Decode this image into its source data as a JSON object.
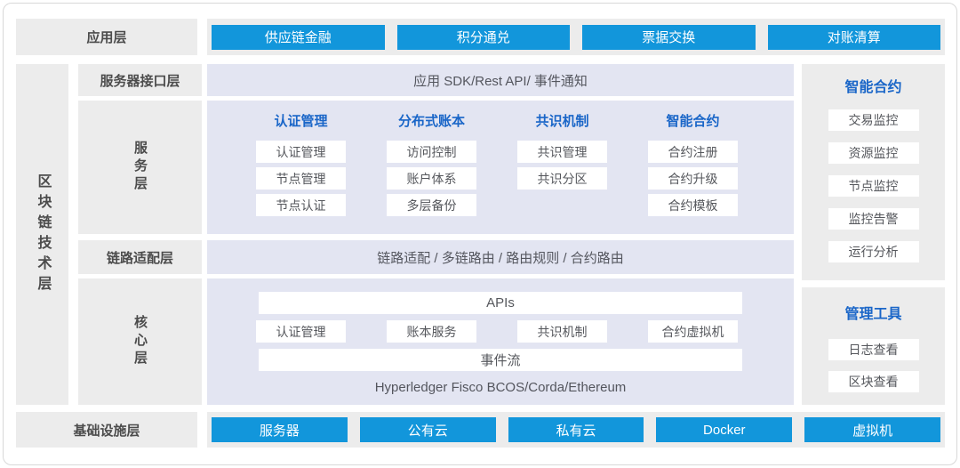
{
  "colors": {
    "accent_blue": "#1296db",
    "header_blue": "#1a66c8",
    "lavender": "#e3e5f2",
    "panel_grey": "#ececec"
  },
  "app_layer": {
    "label": "应用层",
    "buttons": [
      "供应链金融",
      "积分通兑",
      "票据交换",
      "对账清算"
    ]
  },
  "tech_layer": {
    "label": "区块链技术层",
    "interface_layer": {
      "label": "服务器接口层",
      "content": "应用 SDK/Rest API/ 事件通知"
    },
    "service_layer": {
      "label": "服务层",
      "columns": [
        {
          "header": "认证管理",
          "items": [
            "认证管理",
            "节点管理",
            "节点认证"
          ]
        },
        {
          "header": "分布式账本",
          "items": [
            "访问控制",
            "账户体系",
            "多层备份"
          ]
        },
        {
          "header": "共识机制",
          "items": [
            "共识管理",
            "共识分区"
          ]
        },
        {
          "header": "智能合约",
          "items": [
            "合约注册",
            "合约升级",
            "合约模板"
          ]
        }
      ]
    },
    "adapter_layer": {
      "label": "链路适配层",
      "content": "链路适配 / 多链路由 / 路由规则 / 合约路由"
    },
    "core_layer": {
      "label": "核心层",
      "apis_label": "APIs",
      "modules": [
        "认证管理",
        "账本服务",
        "共识机制",
        "合约虚拟机"
      ],
      "event_stream_label": "事件流",
      "platforms": "Hyperledger Fisco BCOS/Corda/Ethereum"
    }
  },
  "side_panels": [
    {
      "header": "智能合约",
      "items": [
        "交易监控",
        "资源监控",
        "节点监控",
        "监控告警",
        "运行分析"
      ]
    },
    {
      "header": "管理工具",
      "items": [
        "日志查看",
        "区块查看"
      ]
    }
  ],
  "infra_layer": {
    "label": "基础设施层",
    "buttons": [
      "服务器",
      "公有云",
      "私有云",
      "Docker",
      "虚拟机"
    ]
  }
}
